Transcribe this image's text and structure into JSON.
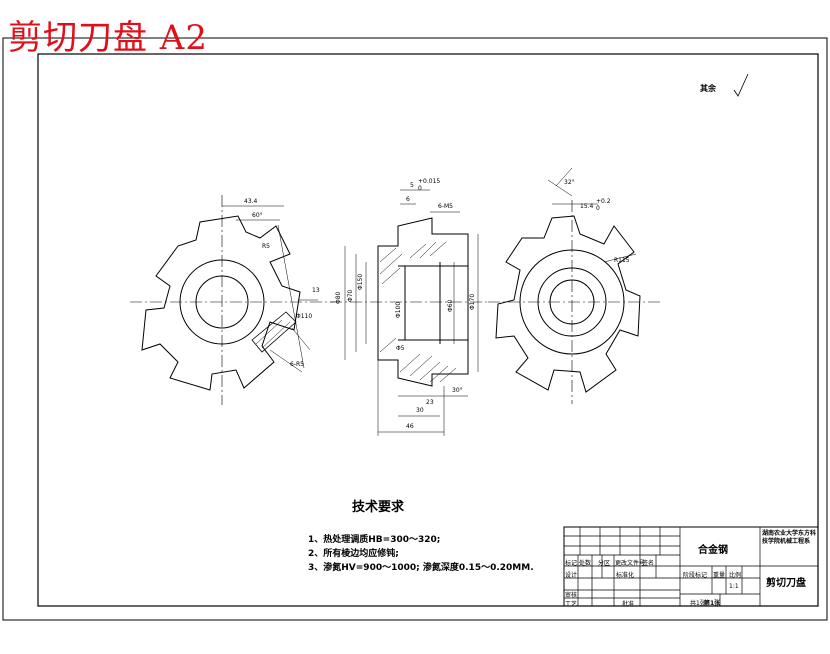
{
  "title": "剪切刀盘 A2",
  "surface_mark": "其余",
  "technical_requirements": {
    "heading": "技术要求",
    "items": [
      "1、热处理调质HB=300～320;",
      "2、所有棱边均应修钝;",
      "3、渗氮HV=900～1000; 渗氮深度0.15～0.20MM."
    ]
  },
  "title_block": {
    "material": "合金钢",
    "part_name": "剪切刀盘",
    "school": "湖南农业大学东方科技学院机械工程系",
    "scale": "1:1",
    "labels": {
      "biaoji": "标记",
      "chushu": "处数",
      "fenqu": "分区",
      "gengai": "更改文件号",
      "qianming": "签名",
      "sheji": "设计",
      "biaozhunhua": "标准化",
      "jieduan": "阶段标记",
      "zhongliang": "重量",
      "bili": "比例",
      "shenhe": "审核",
      "gongyi": "工艺",
      "pizhun": "批准",
      "gongzhang": "共1张",
      "dizhang": "第1张"
    }
  },
  "dimensions": {
    "left_view": [
      "43.4",
      "60°",
      "R5",
      "13",
      "Φ110",
      "6-R5"
    ],
    "section_view": [
      "5",
      "+0.015",
      "0",
      "6",
      "6-M5",
      "Φ80",
      "Φ70",
      "Φ150",
      "Φ100",
      "Φ170",
      "Φ60",
      "30°",
      "23",
      "30",
      "46",
      "Φ5"
    ],
    "right_view": [
      "15.4",
      "+0.2",
      "0",
      "R115",
      "32°"
    ]
  }
}
